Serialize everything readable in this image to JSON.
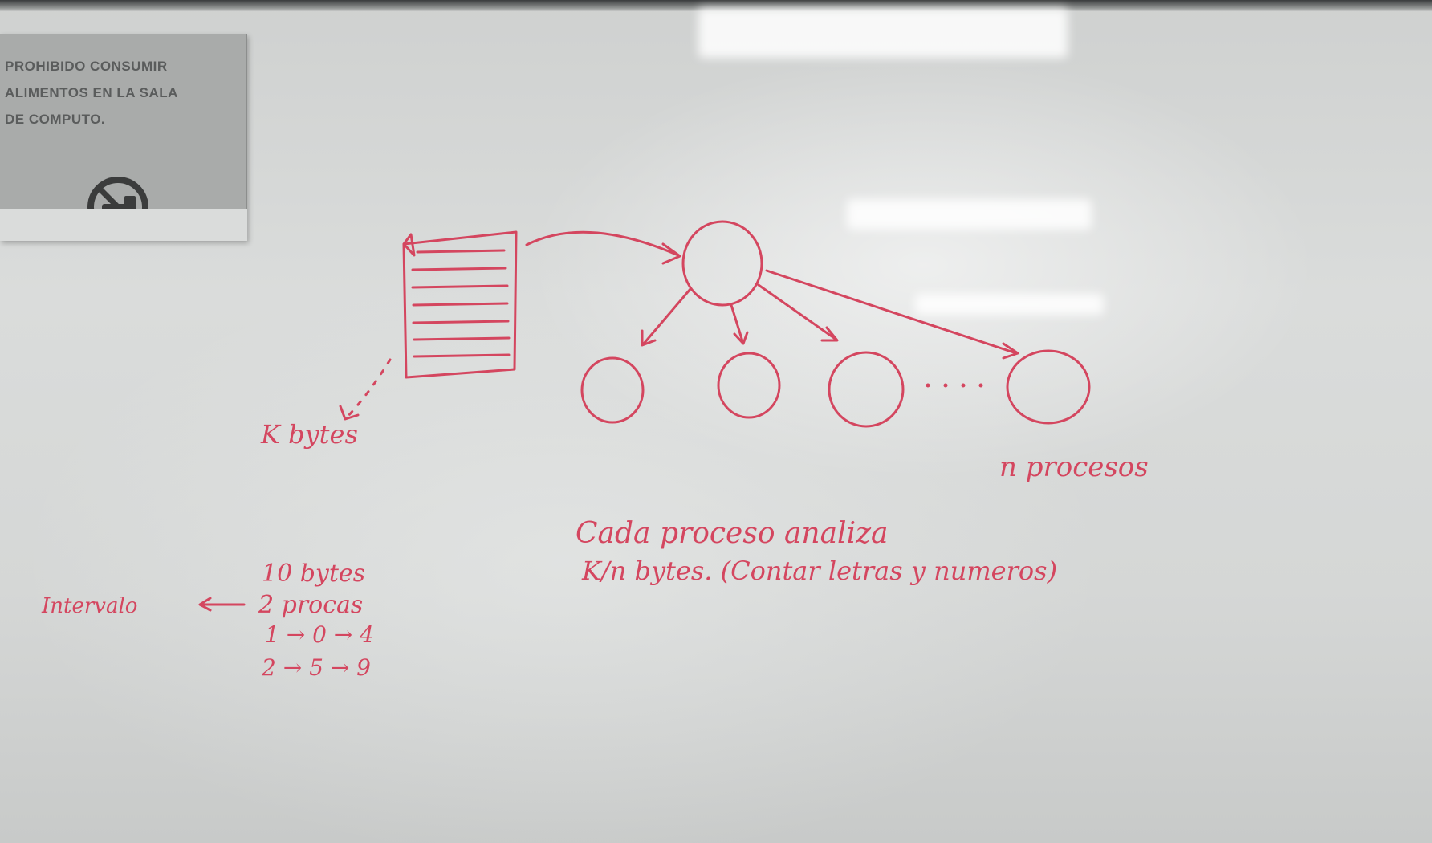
{
  "sign": {
    "text": "PROHIBIDO   CONSUMIR\nALIMENTOS EN LA SALA\nDE COMPUTO."
  },
  "board": {
    "k_bytes": "K bytes",
    "n_procesos": "n procesos",
    "cada_line1": "Cada proceso analiza",
    "cada_line2": "K/n bytes. (Contar letras y numeros)",
    "example_line1": "10 bytes",
    "example_line2": "2 procas",
    "intervalo": "Intervalo",
    "row1": "1 →   0 → 4",
    "row2": "2 →   5 → 9"
  },
  "colors": {
    "ink": "#d4465f"
  }
}
